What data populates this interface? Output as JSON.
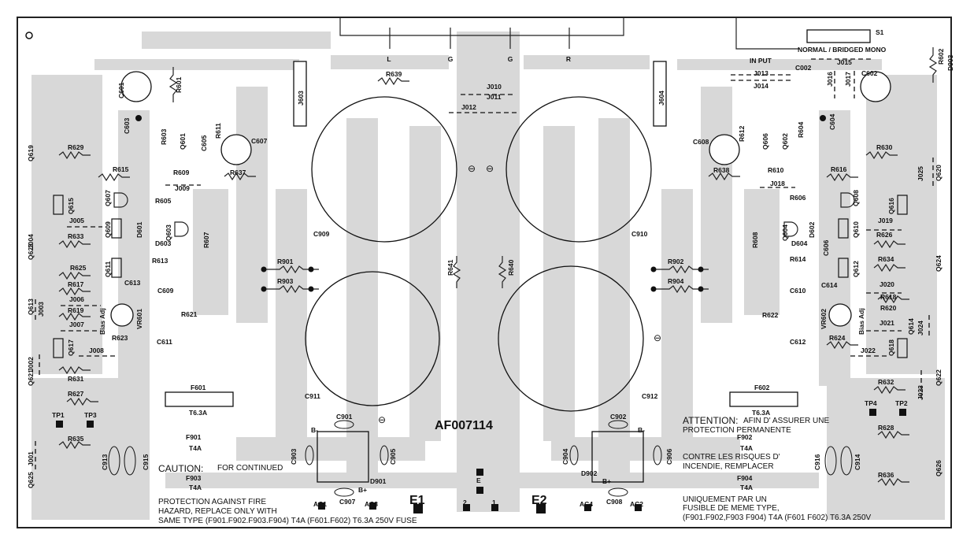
{
  "board": {
    "part_number": "AF007114",
    "switch": {
      "ref": "S1",
      "label": "NORMAL / BRIDGED MONO"
    },
    "input_label": "IN PUT",
    "connector_labels": [
      "L",
      "G",
      "G",
      "R"
    ],
    "terminals": {
      "e1": "E1",
      "e2": "E2",
      "t2": "2",
      "t1": "1",
      "e": "E",
      "ac1": "AC1",
      "ac2": "AC2",
      "ac3": "AC3",
      "ac4": "AC4",
      "bplus": "B+",
      "bminus": "B-"
    },
    "test_points": [
      "TP1",
      "TP3",
      "TP4",
      "TP2"
    ],
    "fuses": {
      "f601": "F601",
      "f602": "F602",
      "f601_rating": "T6.3A",
      "f602_rating": "T6.3A",
      "f901": "F901",
      "f902": "F902",
      "f903": "F903",
      "f904": "F904",
      "t4a": "T4A"
    },
    "caps_large": [
      "C909",
      "C910",
      "C911",
      "C912"
    ],
    "diodes": [
      "D601",
      "D602",
      "D603",
      "D604",
      "D901",
      "D902",
      "D903"
    ],
    "bias": "Bias Adj",
    "vr": [
      "VR601",
      "VR602"
    ],
    "minus_sign": "⊖"
  },
  "left_labels": [
    "R629",
    "R615",
    "R609",
    "J009",
    "R605",
    "R633",
    "R625",
    "R613",
    "R617",
    "J006",
    "R619",
    "J007",
    "R623",
    "J008",
    "R631",
    "R627",
    "R635",
    "J005",
    "R621",
    "R637",
    "R639",
    "R601",
    "R603",
    "R611",
    "R607",
    "J003",
    "J002",
    "J001",
    "J004",
    "J603",
    "C601",
    "C603",
    "C605",
    "C607",
    "C613",
    "C609",
    "C611",
    "C913",
    "C915",
    "C901",
    "C903",
    "C905",
    "C907",
    "Q601",
    "Q603",
    "Q607",
    "Q609",
    "Q611",
    "Q615",
    "Q617",
    "Q619",
    "Q621",
    "Q623",
    "Q625",
    "Q613",
    "R901",
    "R903",
    "R641"
  ],
  "right_labels": [
    "R638",
    "R610",
    "J018",
    "R606",
    "R630",
    "R616",
    "R626",
    "R634",
    "R614",
    "R618",
    "R620",
    "R622",
    "R624",
    "R632",
    "R628",
    "R636",
    "J019",
    "J020",
    "J021",
    "J022",
    "J023",
    "J024",
    "J025",
    "J010",
    "J011",
    "J012",
    "J013",
    "J014",
    "J015",
    "J016",
    "J017",
    "J604",
    "R602",
    "R604",
    "R612",
    "R608",
    "C602",
    "C604",
    "C606",
    "C608",
    "C610",
    "C612",
    "C614",
    "C002",
    "C914",
    "C916",
    "C902",
    "C904",
    "C906",
    "C908",
    "Q602",
    "Q604",
    "Q606",
    "Q608",
    "Q610",
    "Q612",
    "Q614",
    "Q616",
    "Q618",
    "Q620",
    "Q622",
    "Q624",
    "Q626",
    "R902",
    "R904",
    "R640"
  ],
  "notes": {
    "caution_head": "CAUTION:",
    "caution_1": "FOR CONTINUED",
    "caution_2": "PROTECTION AGAINST FIRE",
    "caution_3": "HAZARD, REPLACE ONLY WITH",
    "caution_4": "SAME TYPE (F901.F902.F903.F904) T4A (F601.F602) T6.3A 250V FUSE",
    "attention_head": "ATTENTION:",
    "attention_1": "AFIN D' ASSURER UNE",
    "attention_2": "PROTECTION PERMANENTE",
    "attention_3": "CONTRE LES RISQUES D'",
    "attention_4": "INCENDIE, REMPLACER",
    "attention_5": "UNIQUEMENT PAR UN",
    "attention_6": "FUSIBLE DE MEME TYPE,",
    "attention_7": "(F901.F902,F903 F904) T4A (F601 F602) T6.3A 250V"
  }
}
